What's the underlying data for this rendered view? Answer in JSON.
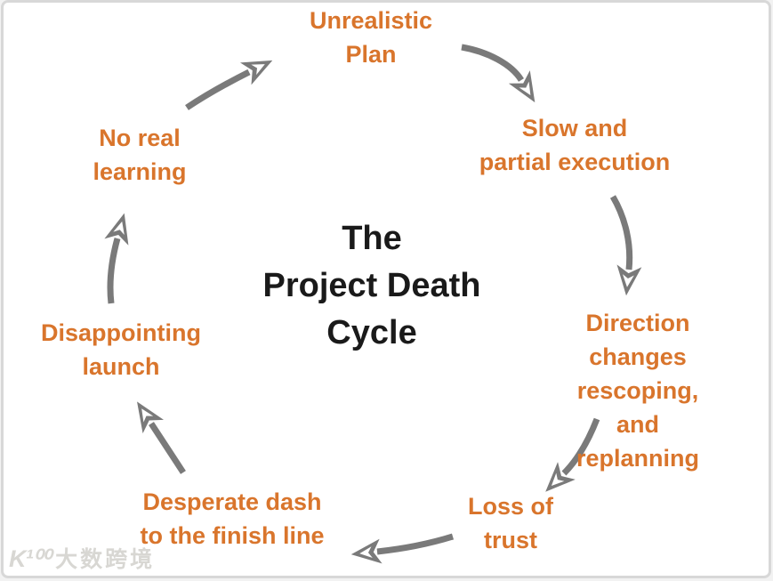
{
  "diagram": {
    "title": "The\nProject Death\nCycle",
    "nodes": [
      {
        "id": "unrealistic-plan",
        "text": "Unrealistic\nPlan"
      },
      {
        "id": "slow-partial-execution",
        "text": "Slow and\npartial execution"
      },
      {
        "id": "direction-changes",
        "text": "Direction changes\nrescoping, and\nreplanning"
      },
      {
        "id": "loss-of-trust",
        "text": "Loss of\ntrust"
      },
      {
        "id": "desperate-dash",
        "text": "Desperate dash\nto the finish line"
      },
      {
        "id": "disappointing-launch",
        "text": "Disappointing\nlaunch"
      },
      {
        "id": "no-real-learning",
        "text": "No real\nlearning"
      }
    ],
    "arrows": [
      {
        "from": "unrealistic-plan",
        "to": "slow-partial-execution"
      },
      {
        "from": "slow-partial-execution",
        "to": "direction-changes"
      },
      {
        "from": "direction-changes",
        "to": "loss-of-trust"
      },
      {
        "from": "loss-of-trust",
        "to": "desperate-dash"
      },
      {
        "from": "desperate-dash",
        "to": "disappointing-launch"
      },
      {
        "from": "disappointing-launch",
        "to": "no-real-learning"
      },
      {
        "from": "no-real-learning",
        "to": "unrealistic-plan"
      }
    ],
    "colors": {
      "label": "#d9752c",
      "title": "#1a1a1a",
      "arrow": "#7a7a7a",
      "frame_border": "#d8d8d8"
    }
  },
  "watermark": {
    "logo": "K¹⁰⁰",
    "text": "大数跨境"
  }
}
